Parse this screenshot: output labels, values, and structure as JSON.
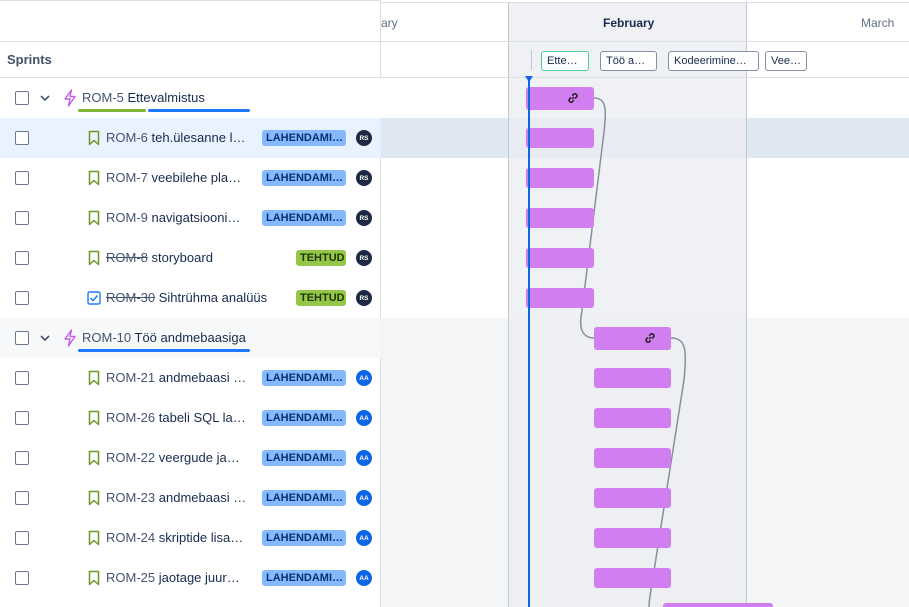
{
  "months": [
    "ary",
    "February",
    "March"
  ],
  "sprints_label": "Sprints",
  "sprint_chips": [
    "Ette…",
    "Töö a…",
    "Kodeerimine…",
    "Vee…"
  ],
  "colors": {
    "bar": "#d17ff0",
    "today_marker": "#0c66e4",
    "status_in_progress": "#85b8ff",
    "status_done": "#94c748"
  },
  "epics": [
    {
      "key": "ROM-5",
      "title": "Ettevalmistus",
      "children": [
        {
          "key": "ROM-6",
          "title": "teh.ülesanne l…",
          "status": "LAHENDAMI…",
          "assignee": "RS",
          "type": "story",
          "done": false
        },
        {
          "key": "ROM-7",
          "title": "veebilehe pla…",
          "status": "LAHENDAMI…",
          "assignee": "RS",
          "type": "story",
          "done": false
        },
        {
          "key": "ROM-9",
          "title": "navigatsiooni…",
          "status": "LAHENDAMI…",
          "assignee": "RS",
          "type": "story",
          "done": false
        },
        {
          "key": "ROM-8",
          "title": "storyboard",
          "status": "TEHTUD",
          "assignee": "RS",
          "type": "story",
          "done": true
        },
        {
          "key": "ROM-30",
          "title": "Sihtrühma analüüs",
          "status": "TEHTUD",
          "assignee": "RS",
          "type": "task",
          "done": true
        }
      ]
    },
    {
      "key": "ROM-10",
      "title": "Töö andmebaasiga",
      "children": [
        {
          "key": "ROM-21",
          "title": "andmebaasi …",
          "status": "LAHENDAMI…",
          "assignee": "AA",
          "type": "story",
          "done": false
        },
        {
          "key": "ROM-26",
          "title": "tabeli SQL la…",
          "status": "LAHENDAMI…",
          "assignee": "AA",
          "type": "story",
          "done": false
        },
        {
          "key": "ROM-22",
          "title": "veergude ja…",
          "status": "LAHENDAMI…",
          "assignee": "AA",
          "type": "story",
          "done": false
        },
        {
          "key": "ROM-23",
          "title": "andmebaasi …",
          "status": "LAHENDAMI…",
          "assignee": "AA",
          "type": "story",
          "done": false
        },
        {
          "key": "ROM-24",
          "title": "skriptide lisa…",
          "status": "LAHENDAMI…",
          "assignee": "AA",
          "type": "story",
          "done": false
        },
        {
          "key": "ROM-25",
          "title": "jaotage juur…",
          "status": "LAHENDAMI…",
          "assignee": "AA",
          "type": "story",
          "done": false
        }
      ]
    }
  ]
}
